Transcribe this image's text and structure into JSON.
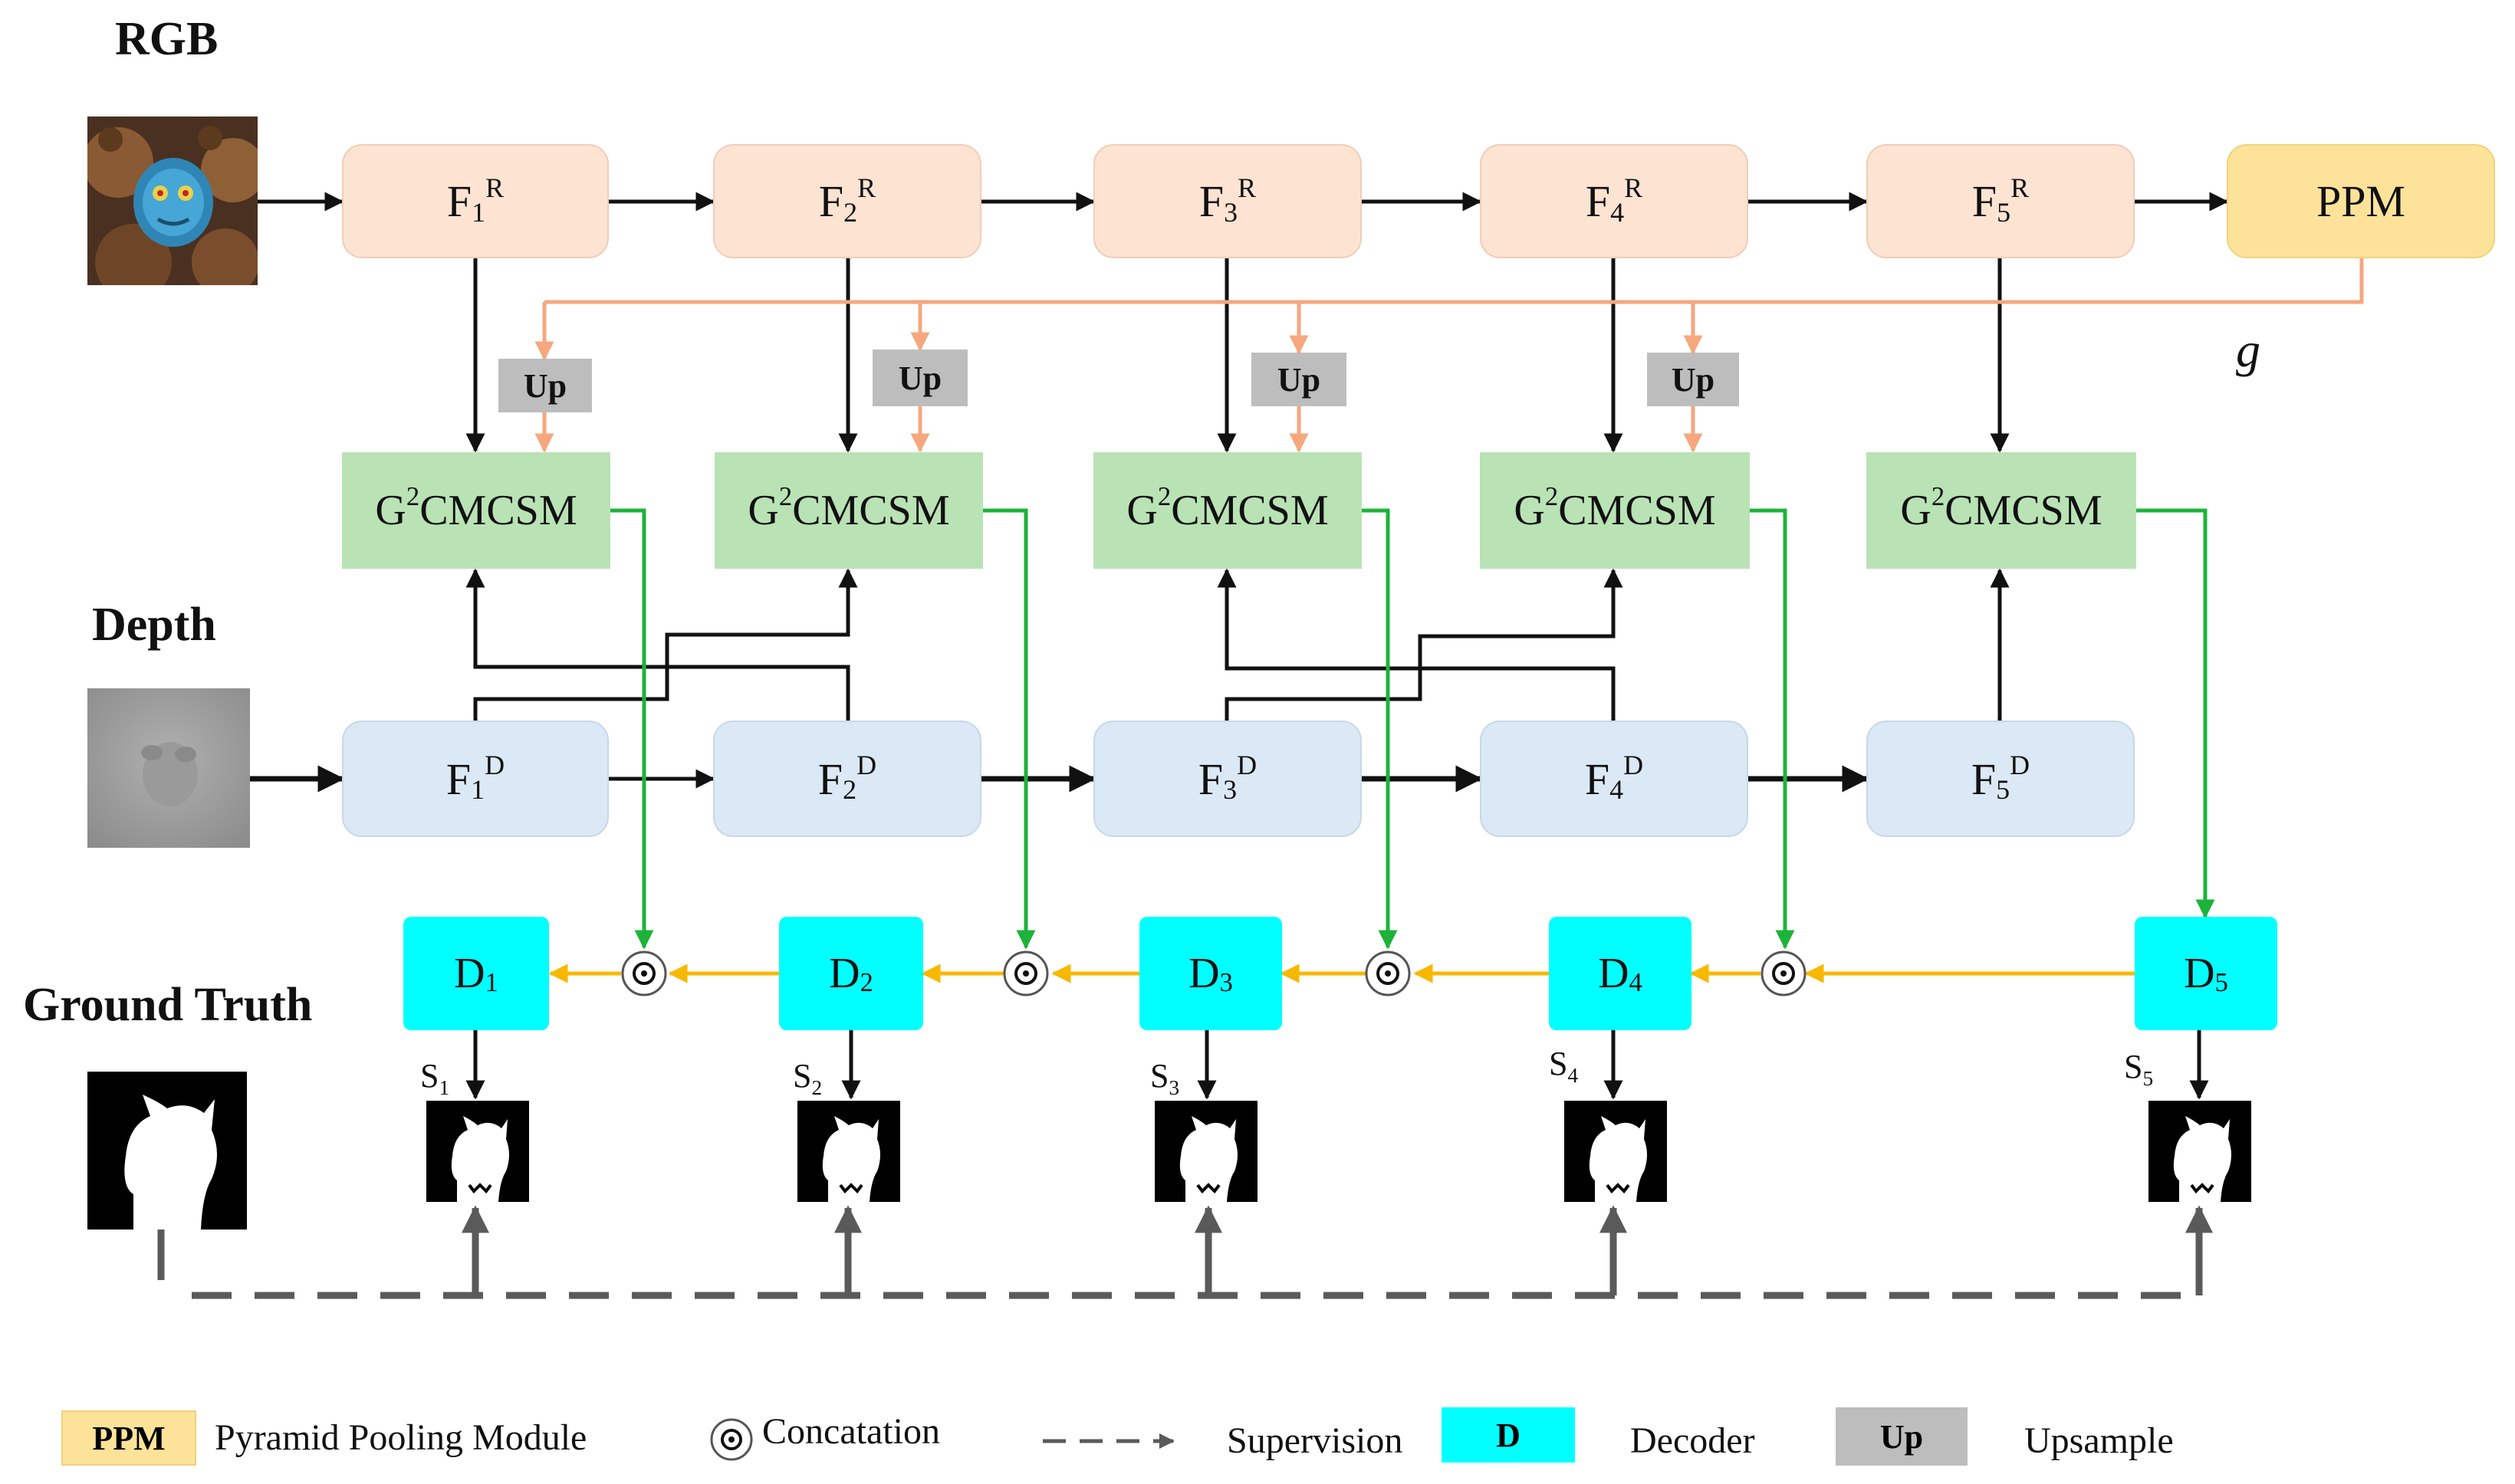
{
  "sections": {
    "rgb": "RGB",
    "depth": "Depth",
    "ground_truth": "Ground Truth"
  },
  "rgb_features": [
    {
      "base": "F",
      "sub": "1",
      "sup": "R"
    },
    {
      "base": "F",
      "sub": "2",
      "sup": "R"
    },
    {
      "base": "F",
      "sub": "3",
      "sup": "R"
    },
    {
      "base": "F",
      "sub": "4",
      "sup": "R"
    },
    {
      "base": "F",
      "sub": "5",
      "sup": "R"
    }
  ],
  "depth_features": [
    {
      "base": "F",
      "sub": "1",
      "sup": "D"
    },
    {
      "base": "F",
      "sub": "2",
      "sup": "D"
    },
    {
      "base": "F",
      "sub": "3",
      "sup": "D"
    },
    {
      "base": "F",
      "sub": "4",
      "sup": "D"
    },
    {
      "base": "F",
      "sub": "5",
      "sup": "D"
    }
  ],
  "ppm_label": "PPM",
  "global_label": "g",
  "fusion_module": {
    "pre": "G",
    "sup": "2",
    "post": "CMCSM"
  },
  "up_label": "Up",
  "decoders": [
    {
      "base": "D",
      "sub": "1"
    },
    {
      "base": "D",
      "sub": "2"
    },
    {
      "base": "D",
      "sub": "3"
    },
    {
      "base": "D",
      "sub": "4"
    },
    {
      "base": "D",
      "sub": "5"
    }
  ],
  "side_outputs": [
    {
      "base": "S",
      "sub": "1"
    },
    {
      "base": "S",
      "sub": "2"
    },
    {
      "base": "S",
      "sub": "3"
    },
    {
      "base": "S",
      "sub": "4"
    },
    {
      "base": "S",
      "sub": "5"
    }
  ],
  "legend": {
    "ppm_key": "PPM",
    "ppm_text": "Pyramid Pooling Module",
    "concat_text": "Concatation",
    "supervision_text": "Supervision",
    "decoder_key": "D",
    "decoder_text": "Decoder",
    "up_key": "Up",
    "up_text": "Upsample"
  },
  "colors": {
    "rgb_feature": "#fde3d2",
    "depth_feature": "#dbe8f5",
    "ppm": "#fde39a",
    "fusion": "#b9e3b4",
    "decoder": "#00ffff",
    "upsample": "#bdbdbd",
    "orange_arrow": "#f6a77e",
    "green_arrow": "#1db33a",
    "yellow_arrow": "#f8b800",
    "supervision": "#5a5a5a"
  },
  "icons": [
    "rgb-image-thumbnail",
    "depth-image-thumbnail",
    "ground-truth-mask",
    "saliency-map",
    "concat-icon"
  ]
}
